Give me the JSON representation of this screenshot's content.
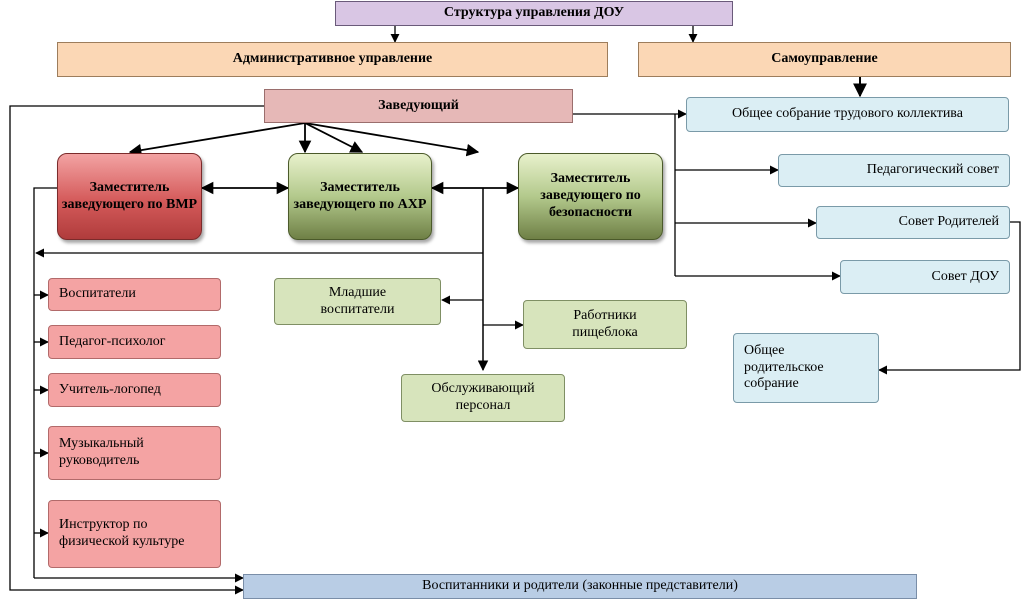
{
  "top": {
    "title": "Структура управления ДОУ"
  },
  "branches": {
    "admin": "Административное управление",
    "self": "Самоуправление"
  },
  "head": "Заведующий",
  "deputies": {
    "vmr": "Заместитель заведующего по ВМР",
    "ahr": "Заместитель заведующего по АХР",
    "safety": "Заместитель заведующего по безопасности"
  },
  "staff_vmr": [
    "Воспитатели",
    "Педагог-психолог",
    "Учитель-логопед",
    "Музыкальный руководитель",
    "Инструктор по физической культуре"
  ],
  "staff_ahr": {
    "junior": "Младшие воспитатели",
    "kitchen": "Работники пищеблока",
    "service": "Обслуживающий персонал"
  },
  "councils": {
    "general_meeting": "Общее собрание трудового коллектива",
    "pedagogical": "Педагогический совет",
    "parents_council": "Совет Родителей",
    "dou_council": "Совет ДОУ",
    "parents_meeting": "Общее родительское собрание"
  },
  "bottom": "Воспитанники и родители (законные представители)"
}
